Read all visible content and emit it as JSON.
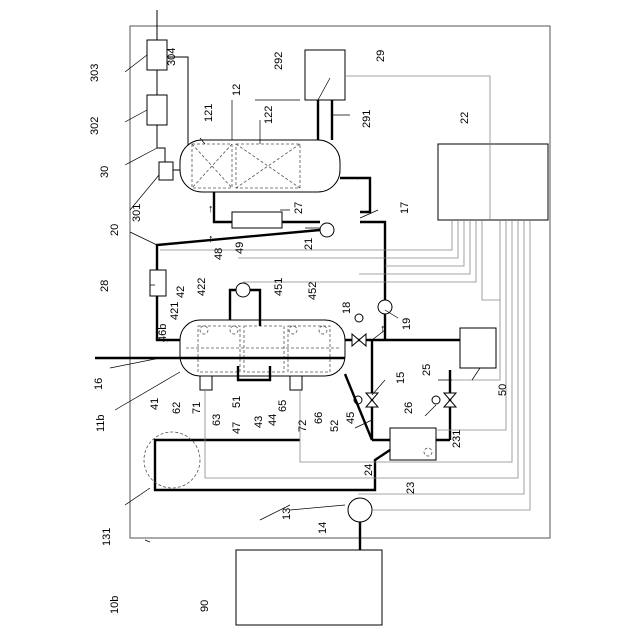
{
  "labels": {
    "l10b": "10b",
    "l11b": "11b",
    "l12": "12",
    "l13": "13",
    "l14": "14",
    "l15": "15",
    "l16": "16",
    "l17": "17",
    "l18": "18",
    "l19": "19",
    "l20": "20",
    "l21": "21",
    "l22": "22",
    "l23": "23",
    "l24": "24",
    "l25": "25",
    "l26": "26",
    "l27": "27",
    "l28": "28",
    "l29": "29",
    "l30": "30",
    "l41": "41",
    "l42": "42",
    "l43": "43",
    "l44": "44",
    "l45": "45",
    "l46b": "46b",
    "l47": "47",
    "l48": "48",
    "l49": "49",
    "l50": "50",
    "l51": "51",
    "l52": "52",
    "l62": "62",
    "l63": "63",
    "l65": "65",
    "l66": "66",
    "l71": "71",
    "l72": "72",
    "l90": "90",
    "l121": "121",
    "l122": "122",
    "l131": "131",
    "l231": "231",
    "l291": "291",
    "l292": "292",
    "l301": "301",
    "l302": "302",
    "l303": "303",
    "l304": "304",
    "l421": "421",
    "l422": "422",
    "l451": "451",
    "l452": "452"
  }
}
